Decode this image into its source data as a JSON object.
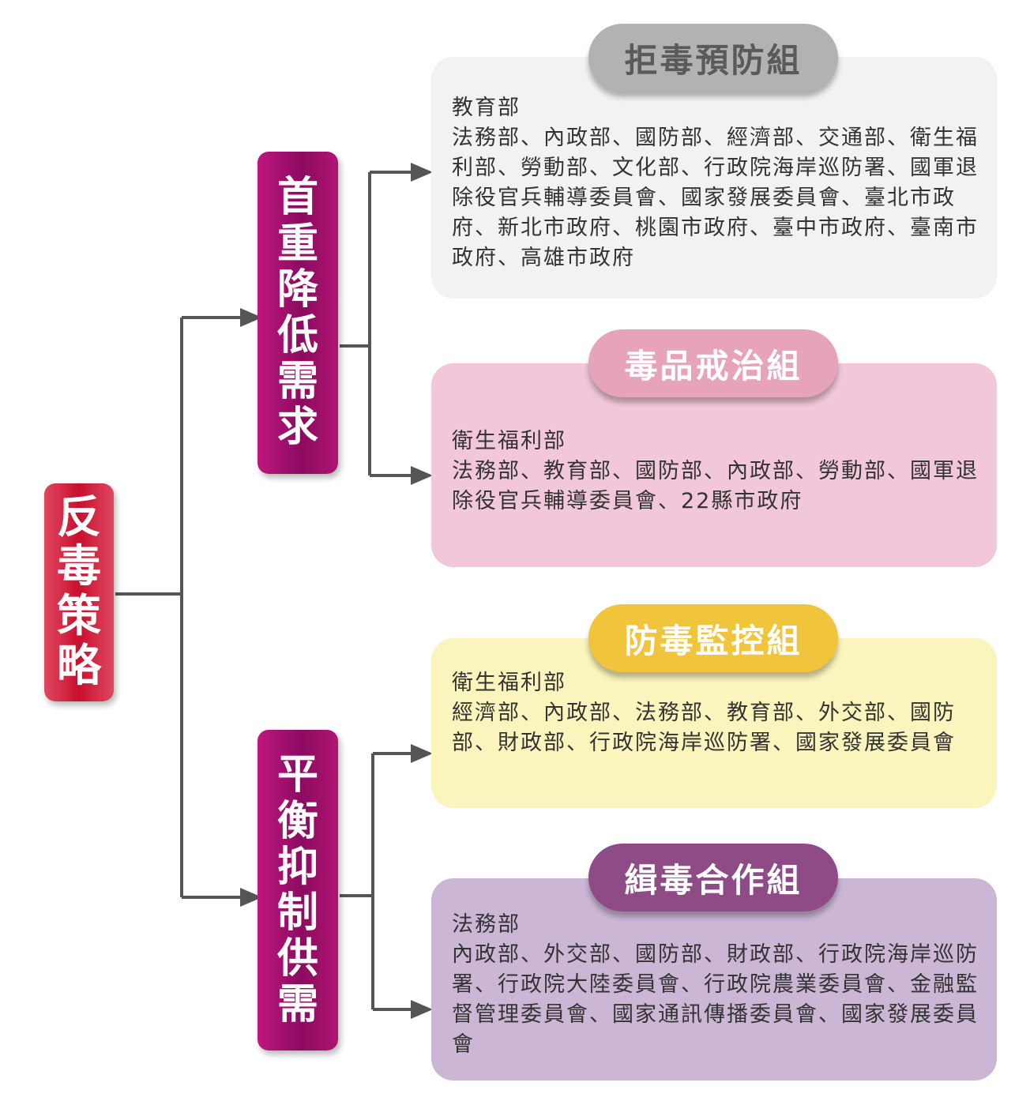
{
  "root": {
    "label": "反毒策略"
  },
  "strategies": [
    {
      "label": "首重降低需求"
    },
    {
      "label": "平衡抑制供需"
    }
  ],
  "groups": [
    {
      "title": "拒毒預防組",
      "lead": "教育部",
      "members": "法務部、內政部、國防部、經濟部、交通部、衛生福利部、勞動部、文化部、行政院海岸巡防署、國軍退除役官兵輔導委員會、國家發展委員會、臺北市政府、新北市政府、桃園市政府、臺中市政府、臺南市政府、高雄市政府",
      "fill": "#f2f2f2",
      "pill_color": "#b2b2b2"
    },
    {
      "title": "毒品戒治組",
      "lead": "衛生福利部",
      "members": "法務部、教育部、國防部、內政部、勞動部、國軍退除役官兵輔導委員會、22縣市政府",
      "fill": "#f2c7da",
      "pill_color": "#e7a4b8"
    },
    {
      "title": "防毒監控組",
      "lead": "衛生福利部",
      "members": "經濟部、內政部、法務部、教育部、外交部、國防部、財政部、行政院海岸巡防署、國家發展委員會",
      "fill": "#faf5bd",
      "pill_color": "#f0c43b"
    },
    {
      "title": "緝毒合作組",
      "lead": "法務部",
      "members": "內政部、外交部、國防部、財政部、行政院海岸巡防署、行政院大陸委員會、行政院農業委員會、金融監督管理委員會、國家通訊傳播委員會、國家發展委員會",
      "fill": "#cbb6d5",
      "pill_color": "#8e4b86"
    }
  ],
  "colors": {
    "connector": "#555555",
    "root": "#c8102e",
    "strategy": "#a0106c"
  }
}
